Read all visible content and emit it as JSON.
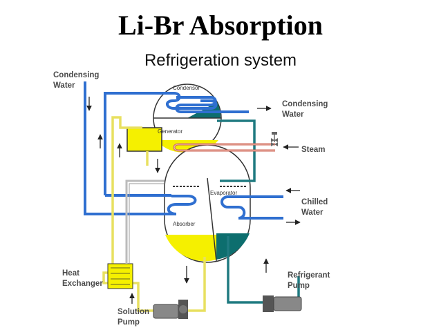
{
  "title": "Li-Br Absorption",
  "subtitle": "Refrigeration system",
  "colors": {
    "water_pipe": "#2f6fd0",
    "solution_pipe": "#e8e060",
    "refrigerant_pipe": "#1f7a80",
    "steam_pipe": "#cc6655",
    "yellow_fill": "#f5f000",
    "teal_fill": "#0d6e6e",
    "vessel_outline": "#333333"
  },
  "labels": {
    "condensing_water_in": [
      "Condensing",
      "Water"
    ],
    "condensing_water_out": [
      "Condensing",
      "Water"
    ],
    "steam": "Steam",
    "chilled_water": [
      "Chilled",
      "Water"
    ],
    "refrigerant_pump": [
      "Refrigerant",
      "Pump"
    ],
    "heat_exchanger": [
      "Heat",
      "Exchanger"
    ],
    "solution_pump": [
      "Solution",
      "Pump"
    ],
    "condensor": "Condensor",
    "generator": "Generator",
    "evaporator": "Evaporator",
    "absorber": "Absorber"
  }
}
